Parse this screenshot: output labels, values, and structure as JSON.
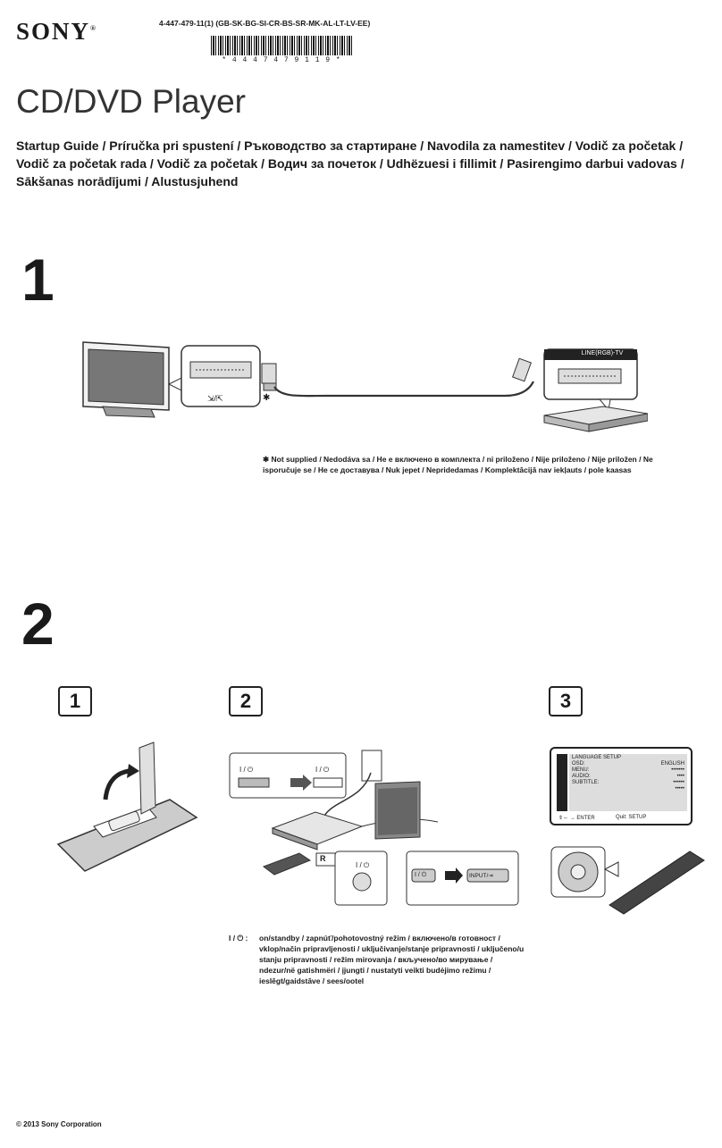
{
  "header": {
    "brand": "SONY",
    "model_code": "4-447-479-11(1) (GB-SK-BG-SI-CR-BS-SR-MK-AL-LT-LV-EE)",
    "barcode_text": "* 4 4 4 7 4 7 9 1 1 9 *",
    "title": "CD/DVD Player",
    "subtitle": "Startup Guide / Príručka pri spustení / Ръководство за стартиране / Navodila za namestitev / Vodič za početak / Vodič za početak rada / Vodič za početak / Водич за почеток / Udhëzuesi i fillimit / Pasirengimo darbui vadovas / Sākšanas norādījumi / Alustusjuhend"
  },
  "step1": {
    "number": "1",
    "tv_jack_label": "LINE(RGB)-TV",
    "scart_symbol": "⇲/⇱",
    "asterisk": "✱",
    "note": "✱ Not supplied / Nedodáva sa / Не е включено в комплекта / ni priloženo / Nije priloženo / Nije priložen / Ne isporučuje se / Не се доставува / Nuk jepet / Nepridedamas / Komplektācijā nav iekļauts / pole kaasas"
  },
  "step2": {
    "number": "2",
    "sub1": "1",
    "sub2": "2",
    "sub3": "3",
    "power_symbol": "I / ⏻",
    "input_label": "INPUT/⇥",
    "remote_badge": "R",
    "power_note_prefix": "I / ⏻ :",
    "power_note": "on/standby / zapnúť/pohotovostný režim / включено/в готовност / vklop/način pripravljenosti / uključivanje/stanje pripravnosti / uključeno/u stanju pripravnosti / režim mirovanja / вкључено/во мирување / ndezur/në gatishmëri / įjungti / nustatyti veikti budėjimo režimu / ieslēgt/gaidstāve / sees/ootel",
    "osd": {
      "heading": "LANGUAGE SETUP",
      "rows": [
        {
          "label": "OSD:",
          "value": "ENGLISH"
        },
        {
          "label": "MENU:",
          "value": "•••••••"
        },
        {
          "label": "AUDIO:",
          "value": "••••"
        },
        {
          "label": "SUBTITLE:",
          "value": "••••••"
        }
      ],
      "extra": "•••••",
      "footer_nav": "⇕⇔ → ENTER",
      "footer_quit": "Quit: SETUP"
    }
  },
  "footer": {
    "copyright": "© 2013 Sony Corporation"
  }
}
